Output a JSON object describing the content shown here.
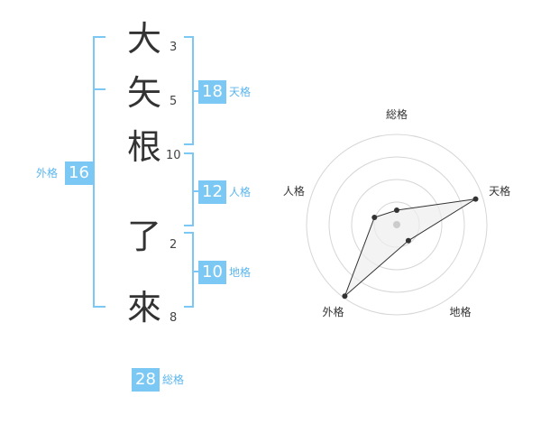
{
  "name": {
    "characters": [
      {
        "char": "大",
        "strokes": "3"
      },
      {
        "char": "矢",
        "strokes": "5"
      },
      {
        "char": "根",
        "strokes": "10"
      },
      {
        "char": "了",
        "strokes": "2"
      },
      {
        "char": "來",
        "strokes": "8"
      }
    ]
  },
  "fortune": {
    "tenkaku": {
      "value": "18",
      "label": "天格"
    },
    "jinkaku": {
      "value": "12",
      "label": "人格"
    },
    "chikaku": {
      "value": "10",
      "label": "地格"
    },
    "gaikaku": {
      "value": "16",
      "label": "外格"
    },
    "soukaku": {
      "value": "28",
      "label": "総格"
    }
  },
  "radar": {
    "axes": [
      "総格",
      "天格",
      "地格",
      "外格",
      "人格"
    ],
    "levels": 4,
    "values": [
      0.16,
      0.92,
      0.22,
      0.98,
      0.26
    ]
  },
  "colors": {
    "accent": "#7cc8f5",
    "accent_text": "#5cb6ee",
    "bracket": "#7cc8f5",
    "grid": "#d6d6d6",
    "polygon_fill": "#eeeeee",
    "polygon_stroke": "#333333"
  }
}
